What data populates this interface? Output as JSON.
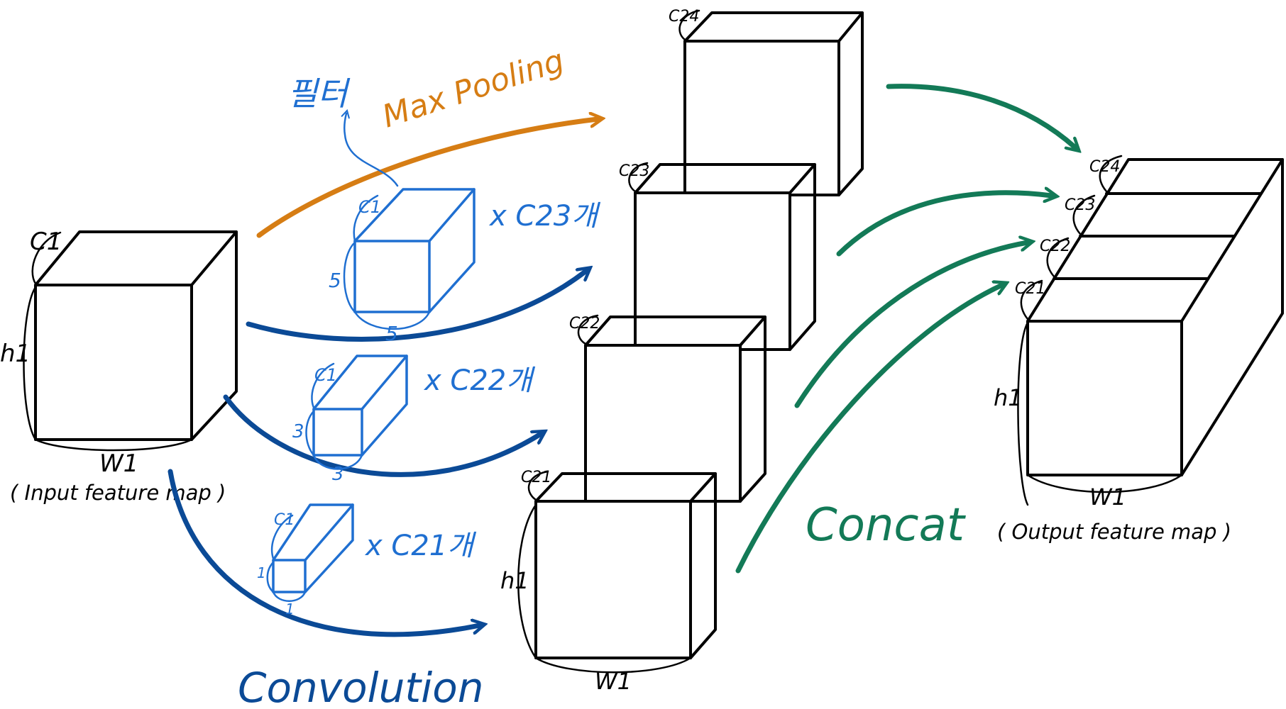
{
  "colors": {
    "outline": "#000000",
    "filter_blue": "#1f6fd1",
    "convolution_blue": "#0b4a96",
    "max_pooling_orange": "#d67d14",
    "concat_green": "#137a57"
  },
  "input": {
    "channel_label": "C1",
    "height_label": "h1",
    "width_label": "W1",
    "caption": "( Input feature map )"
  },
  "filter_annotation": "필터",
  "filters": [
    {
      "depth_label": "C1",
      "height": "5",
      "width": "5",
      "count": "x C23개"
    },
    {
      "depth_label": "C1",
      "height": "3",
      "width": "3",
      "count": "x C22개"
    },
    {
      "depth_label": "C1",
      "height": "1",
      "width": "1",
      "count": "x C21개"
    }
  ],
  "operations": {
    "max_pooling": "Max Pooling",
    "convolution": "Convolution",
    "concat": "Concat"
  },
  "intermediate_maps": [
    {
      "channel_label": "C24"
    },
    {
      "channel_label": "C23"
    },
    {
      "channel_label": "C22"
    },
    {
      "channel_label": "C21",
      "height_label": "h1",
      "width_label": "W1"
    }
  ],
  "output": {
    "channel_labels": [
      "C24",
      "C23",
      "C22",
      "C21"
    ],
    "height_label": "h1",
    "width_label": "W1",
    "caption": "( Output feature map )"
  }
}
